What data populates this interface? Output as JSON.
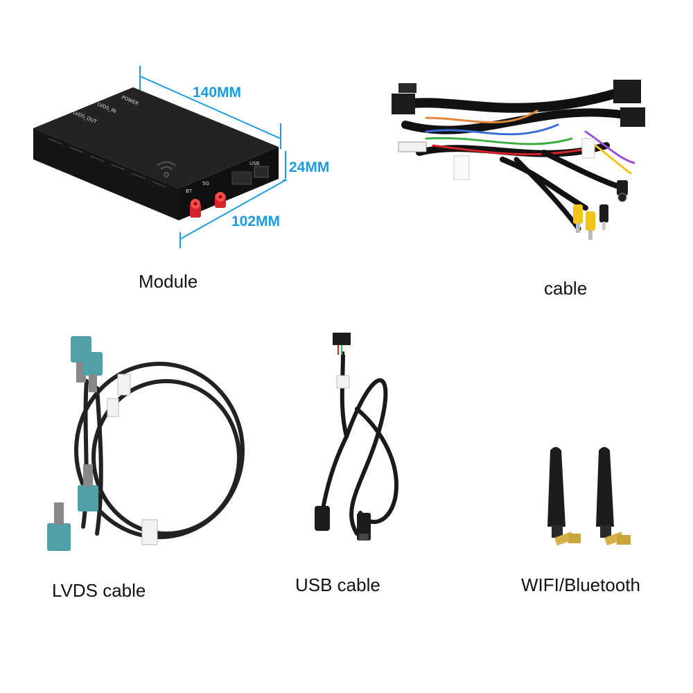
{
  "items": [
    {
      "caption": "Module"
    },
    {
      "caption": "cable"
    },
    {
      "caption": "LVDS cable"
    },
    {
      "caption": "USB cable"
    },
    {
      "caption": "WIFI/Bluetooth"
    }
  ],
  "dimensions": {
    "length": "140MM",
    "height": "24MM",
    "width": "102MM"
  },
  "module_labels": {
    "power": "POWER",
    "lvds_in": "LVDS_IN",
    "lvds_out": "LVDS_OUT",
    "bt": "BT",
    "g5": "5G",
    "usb": "USB"
  },
  "colors": {
    "dimension": "#1a9be0",
    "module_body": "#1b1b1b",
    "antenna_connector": "#d6232b",
    "fakra": "#4fa0a8",
    "rca_yellow": "#f2c417"
  }
}
